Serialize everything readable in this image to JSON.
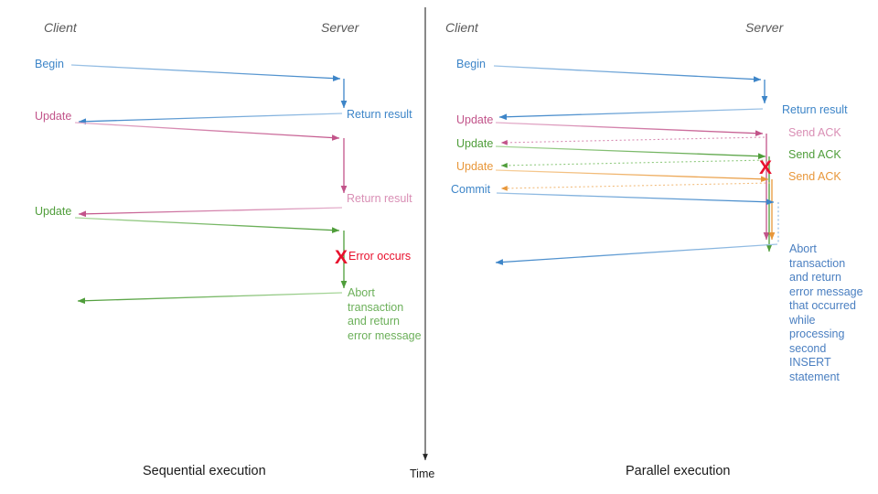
{
  "figure": {
    "background": "#ffffff",
    "time_axis": {
      "label": "Time",
      "color": "#262626"
    }
  },
  "colors": {
    "blue": "#3d85c8",
    "blue_light": "#8ab4e0",
    "pink": "#c2548a",
    "pink_light": "#d98fb5",
    "green": "#4f9d3a",
    "green_light": "#8fc97e",
    "orange": "#e8973a",
    "orange_light": "#f2bd7e",
    "red": "#e8112d",
    "header_gray": "#595959",
    "caption_black": "#1a1a1a"
  },
  "panels": [
    {
      "id": "sequential",
      "caption": "Sequential execution",
      "headers": {
        "client": "Client",
        "server": "Server"
      },
      "client_labels": [
        {
          "text": "Begin",
          "color": "blue"
        },
        {
          "text": "Update",
          "color": "pink"
        },
        {
          "text": "Update",
          "color": "green"
        }
      ],
      "server_labels": [
        {
          "text": "Return result",
          "color": "blue"
        },
        {
          "text": "Return result",
          "color": "pink"
        }
      ],
      "error": {
        "marker": "X",
        "text": "Error occurs",
        "color": "red"
      },
      "abort_text": "Abort\ntransaction\nand return\nerror message",
      "abort_color": "green"
    },
    {
      "id": "parallel",
      "caption": "Parallel execution",
      "headers": {
        "client": "Client",
        "server": "Server"
      },
      "client_labels": [
        {
          "text": "Begin",
          "color": "blue"
        },
        {
          "text": "Update",
          "color": "pink"
        },
        {
          "text": "Update",
          "color": "green"
        },
        {
          "text": "Update",
          "color": "orange"
        },
        {
          "text": "Commit",
          "color": "blue"
        }
      ],
      "server_labels": [
        {
          "text": "Return result",
          "color": "blue"
        },
        {
          "text": "Send ACK",
          "color": "pink"
        },
        {
          "text": "Send ACK",
          "color": "green"
        },
        {
          "text": "Send ACK",
          "color": "orange"
        }
      ],
      "error": {
        "marker": "X",
        "text": "",
        "color": "red"
      },
      "abort_text": "Abort\ntransaction\nand return\nerror message\nthat occurred\nwhile\nprocessing\nsecond\nINSERT\nstatement",
      "abort_color": "blue"
    }
  ]
}
